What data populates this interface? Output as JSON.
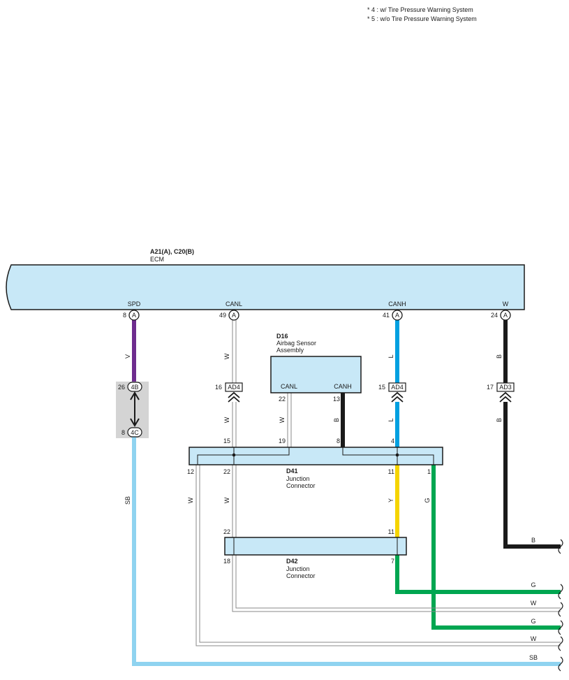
{
  "notes": [
    "* 4 : w/ Tire Pressure Warning System",
    "* 5 : w/o Tire Pressure Warning System"
  ],
  "ecm": {
    "code": "A21(A), C20(B)",
    "name": "ECM",
    "pins": [
      {
        "label": "SPD",
        "num": "8",
        "conn": "A"
      },
      {
        "label": "CANL",
        "num": "49",
        "conn": "A"
      },
      {
        "label": "CANH",
        "num": "41",
        "conn": "A"
      },
      {
        "label": "W",
        "num": "24",
        "conn": "A"
      }
    ]
  },
  "d16": {
    "code": "D16",
    "name_line1": "Airbag Sensor",
    "name_line2": "Assembly",
    "pin_canl": "CANL",
    "pin_canh": "CANH",
    "num_canl": "22",
    "num_canh": "13"
  },
  "d41": {
    "code": "D41",
    "name_line1": "Junction",
    "name_line2": "Connector",
    "top_pins": [
      "15",
      "19",
      "8",
      "4"
    ],
    "bottom_pins": [
      "12",
      "22",
      "11",
      "1"
    ]
  },
  "d42": {
    "code": "D42",
    "name_line1": "Junction",
    "name_line2": "Connector",
    "top_pins": [
      "22",
      "11"
    ],
    "bottom_pins": [
      "18",
      "7"
    ]
  },
  "connectors": {
    "spd_top": {
      "num": "26",
      "label": "4B"
    },
    "spd_bottom": {
      "num": "8",
      "label": "4C"
    },
    "canl_inline": {
      "num": "16",
      "label": "AD4"
    },
    "canh_inline": {
      "num": "15",
      "label": "AD4"
    },
    "w_inline": {
      "num": "17",
      "label": "AD3"
    }
  },
  "wire_colors": {
    "V": "V",
    "W": "W",
    "L": "L",
    "B": "B",
    "SB": "SB",
    "Y": "Y",
    "G": "G"
  },
  "right_labels": [
    "B",
    "G",
    "W",
    "G",
    "W",
    "SB"
  ],
  "colors": {
    "box_fill": "#c8e8f7",
    "violet": "#6e2c8e",
    "light_blue": "#00a0e0",
    "sky_blue": "#8fd3f0",
    "black": "#1a1a1a",
    "yellow": "#f5d400",
    "green": "#00a651",
    "white_wire_stroke": "#8a8a8a",
    "shield_gray": "#d4d4d4"
  }
}
